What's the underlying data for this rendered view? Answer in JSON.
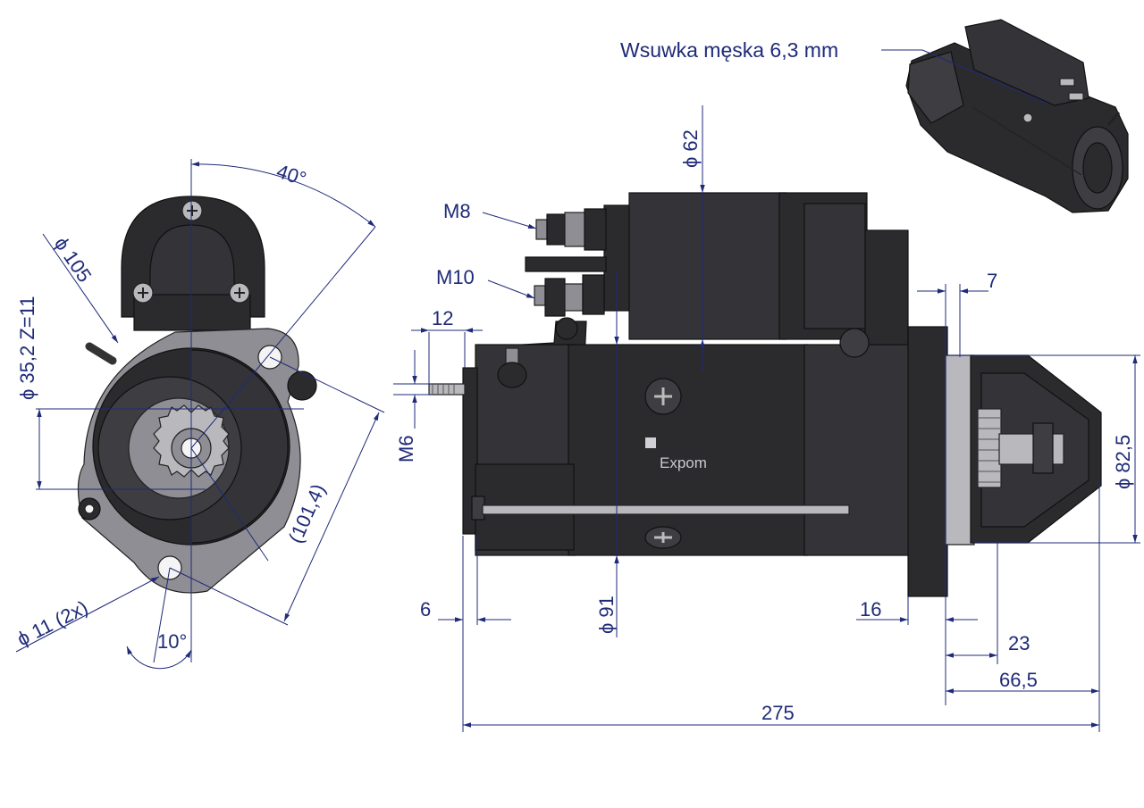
{
  "drawing": {
    "connector_note": "Wsuwka męska 6,3 mm",
    "brand_mark": "Expom",
    "colors": {
      "dimension": "#1f2a78",
      "part": "#2b2b2e",
      "background": "#ffffff"
    },
    "front_view": {
      "angle_top": "40°",
      "pitch_diameter": "ϕ 105",
      "pinion": "ϕ 35,2  Z=11",
      "offset": "(101,4)",
      "mount_holes": "ϕ 11  (2x)",
      "angle_bottom": "10°"
    },
    "side_view": {
      "thread_top": "M8",
      "thread_mid": "M10",
      "thread_stud": "M6",
      "solenoid_diameter": "ϕ 62",
      "body_diameter": "ϕ 91",
      "flange_diameter": "ϕ 82,5",
      "stud_length": "12",
      "flange_thickness": "7",
      "rear_offset": "6",
      "flange_step": "16",
      "nose_step": "23",
      "nose_length": "66,5",
      "overall_length": "275"
    }
  }
}
